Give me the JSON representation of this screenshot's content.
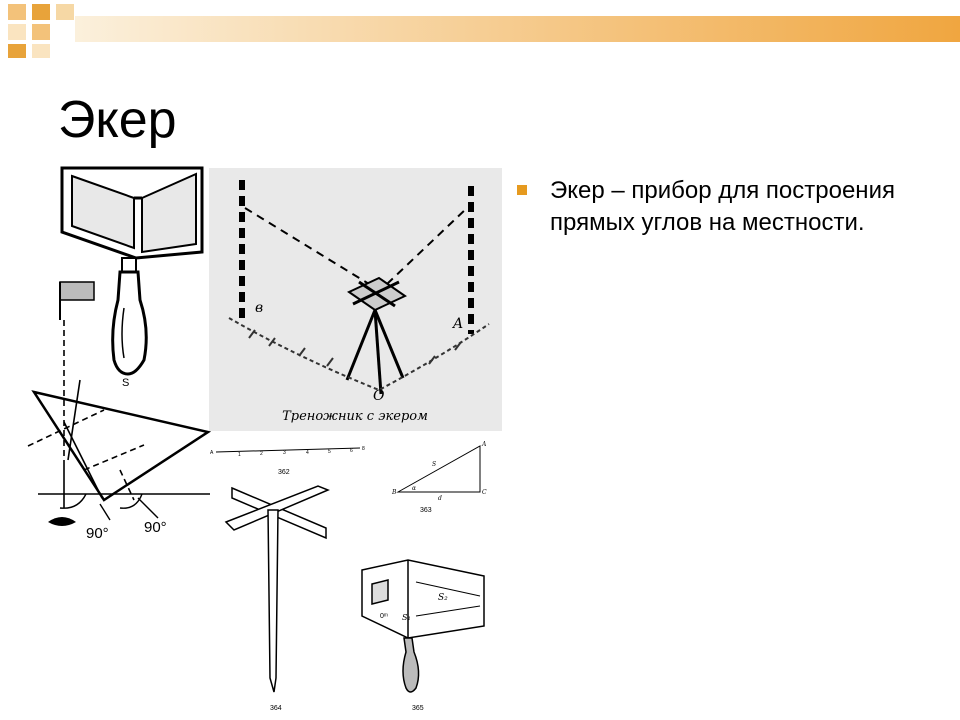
{
  "slide": {
    "title": "Экер",
    "bullets": [
      "Экер – прибор для построения прямых углов на местности."
    ]
  },
  "figures": {
    "tripod": {
      "caption": "Треножник с экером",
      "labels": {
        "b": "в",
        "a": "A",
        "o": "O"
      }
    },
    "prism": {
      "label_s": "S",
      "angle1": "90°",
      "angle2": "90°"
    },
    "fig362": {
      "number": "362",
      "left_label": "A",
      "ticks": [
        "1",
        "2",
        "3",
        "4",
        "5",
        "6"
      ],
      "right_label": "8"
    },
    "fig363": {
      "number": "363",
      "labels": {
        "a": "A",
        "b": "B",
        "c": "C",
        "s": "S",
        "d": "d",
        "alpha": "α"
      }
    },
    "fig364": {
      "number": "364"
    },
    "fig365": {
      "number": "365",
      "labels": {
        "s1": "S₁",
        "s2": "S₂",
        "o": "0ᵐ"
      }
    }
  },
  "colors": {
    "accent_orange": "#e69a1f",
    "accent_light": "#f7d39a",
    "accent_pale": "#fbe6c2"
  }
}
